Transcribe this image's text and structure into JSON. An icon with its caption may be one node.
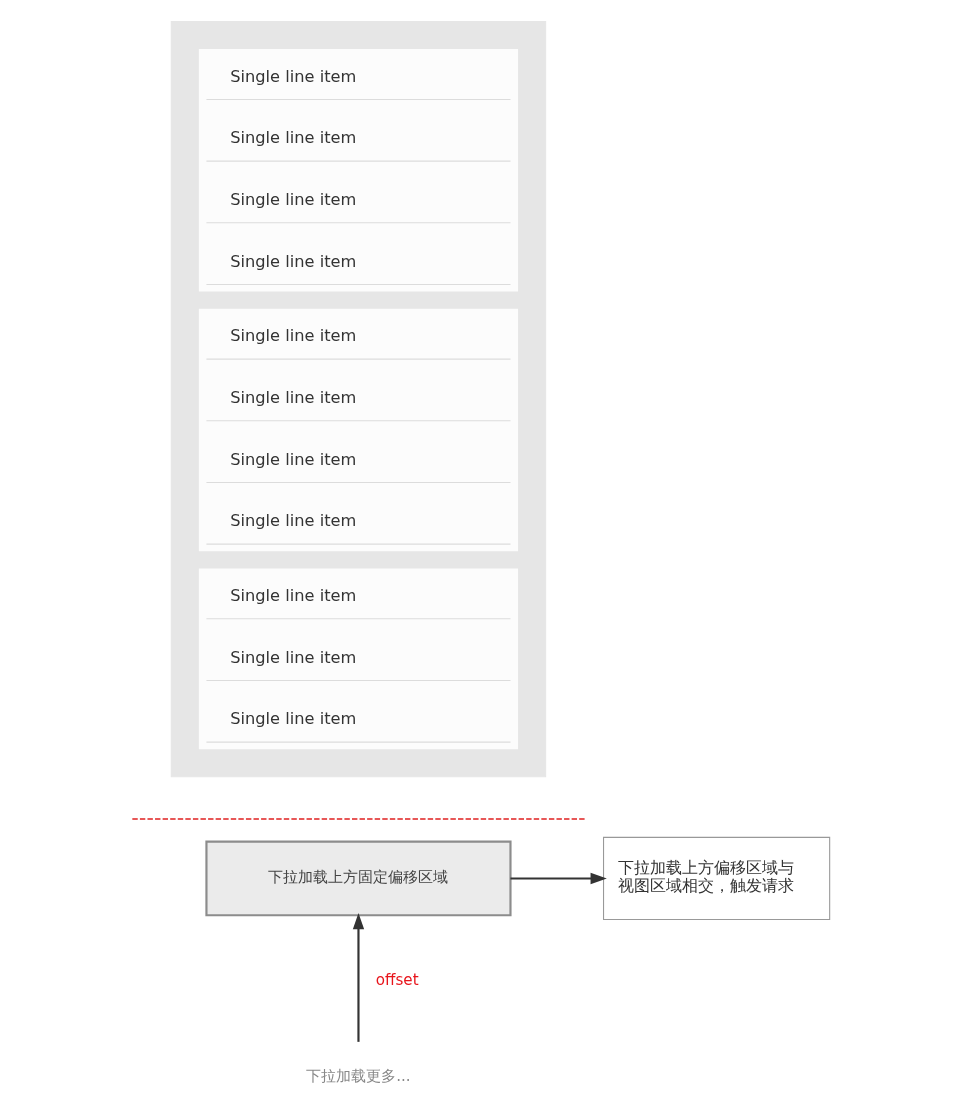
{
  "diagram": {
    "nodes": [
      {
        "text": [],
        "shape": "box"
      },
      {
        "text": [],
        "shape": "box",
        "in": 0
      },
      {
        "text": [
          "Single line item"
        ],
        "in": 1
      },
      {
        "text": [
          "Single line item"
        ],
        "in": 1
      },
      {
        "text": [
          "Single line item"
        ],
        "in": 1
      },
      {
        "text": [
          "Single line item"
        ],
        "in": 1
      },
      {
        "text": [],
        "shape": "box",
        "in": 0
      },
      {
        "text": [
          "Single line item"
        ],
        "in": 6
      },
      {
        "text": [
          "Single line item"
        ],
        "in": 6
      },
      {
        "text": [
          "Single line item"
        ],
        "in": 6
      },
      {
        "text": [
          "Single line item"
        ],
        "in": 6
      },
      {
        "text": [],
        "shape": "box",
        "in": 0
      },
      {
        "text": [
          "Single line item"
        ],
        "in": 11
      },
      {
        "text": [
          "Single line item"
        ],
        "in": 11
      },
      {
        "text": [
          "Single line item"
        ],
        "in": 11
      },
      {
        "text": [
          "下拉加载上方固定偏移区域"
        ]
      },
      {
        "text": [
          "下拉加载上方偏移区域与视图区域相交，触发请求"
        ]
      },
      {
        "text": [
          "下拉加载更多..."
        ]
      }
    ],
    "edges": [
      {
        "from": 15,
        "to": 16,
        "arrow": "to"
      },
      {
        "from": 17,
        "to": 15,
        "arrow": "to",
        "label": "offset"
      }
    ]
  }
}
